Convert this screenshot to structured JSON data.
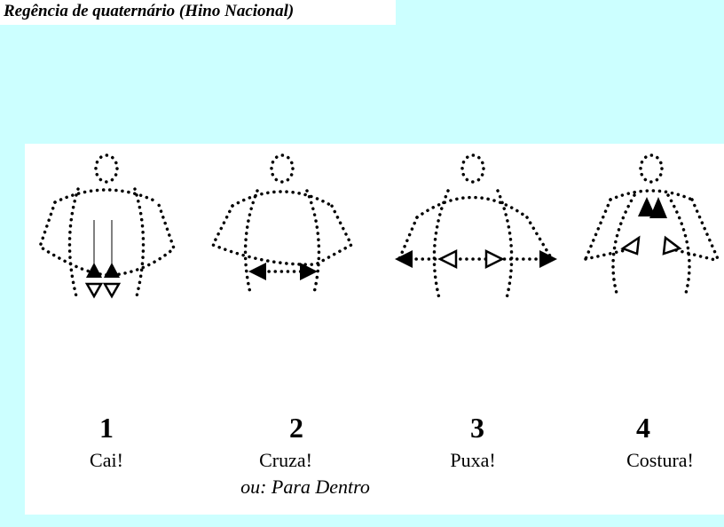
{
  "title": "Regência de quaternário (Hino Nacional)",
  "beats": [
    {
      "number": "1",
      "label": "Cai!"
    },
    {
      "number": "2",
      "label": "Cruza!",
      "alt": "ou: Para Dentro"
    },
    {
      "number": "3",
      "label": "Puxa!"
    },
    {
      "number": "4",
      "label": "Costura!"
    }
  ],
  "colors": {
    "background": "#ccffff",
    "panel": "#ffffff",
    "ink": "#000000"
  }
}
